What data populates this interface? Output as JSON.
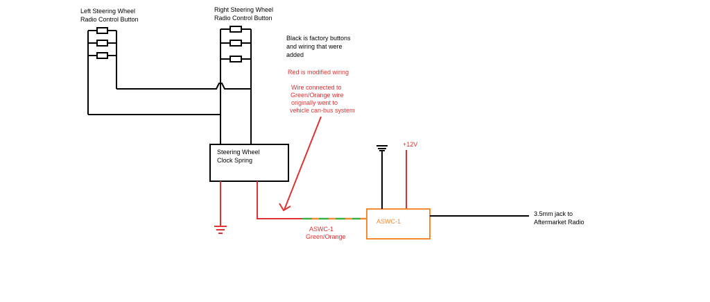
{
  "labels": {
    "left_wheel_line1": "Left Steering Wheel",
    "left_wheel_line2": "Radio Control Button",
    "right_wheel_line1": "Right Steering Wheel",
    "right_wheel_line2": "Radio Control Button",
    "legend_black_1": "Black is factory buttons",
    "legend_black_2": "and wiring that were",
    "legend_black_3": "added",
    "legend_red": "Red is modified wiring",
    "note_1": "Wire connected to",
    "note_2": "Green/Orange wire",
    "note_3": "originally went to",
    "note_4": "vehicle can-bus system",
    "clock_spring_1": "Steering Wheel",
    "clock_spring_2": "Clock Spring",
    "plus12v": "+12V",
    "aswc_box": "ASWC-1",
    "aswc_wire_1": "ASWC-1",
    "aswc_wire_2": "Green/Orange",
    "jack_1": "3.5mm jack to",
    "jack_2": "Aftermarket Radio"
  },
  "colors": {
    "factory": "#000000",
    "modified": "#e03030",
    "module": "#f58a33",
    "green": "#3cb043"
  }
}
